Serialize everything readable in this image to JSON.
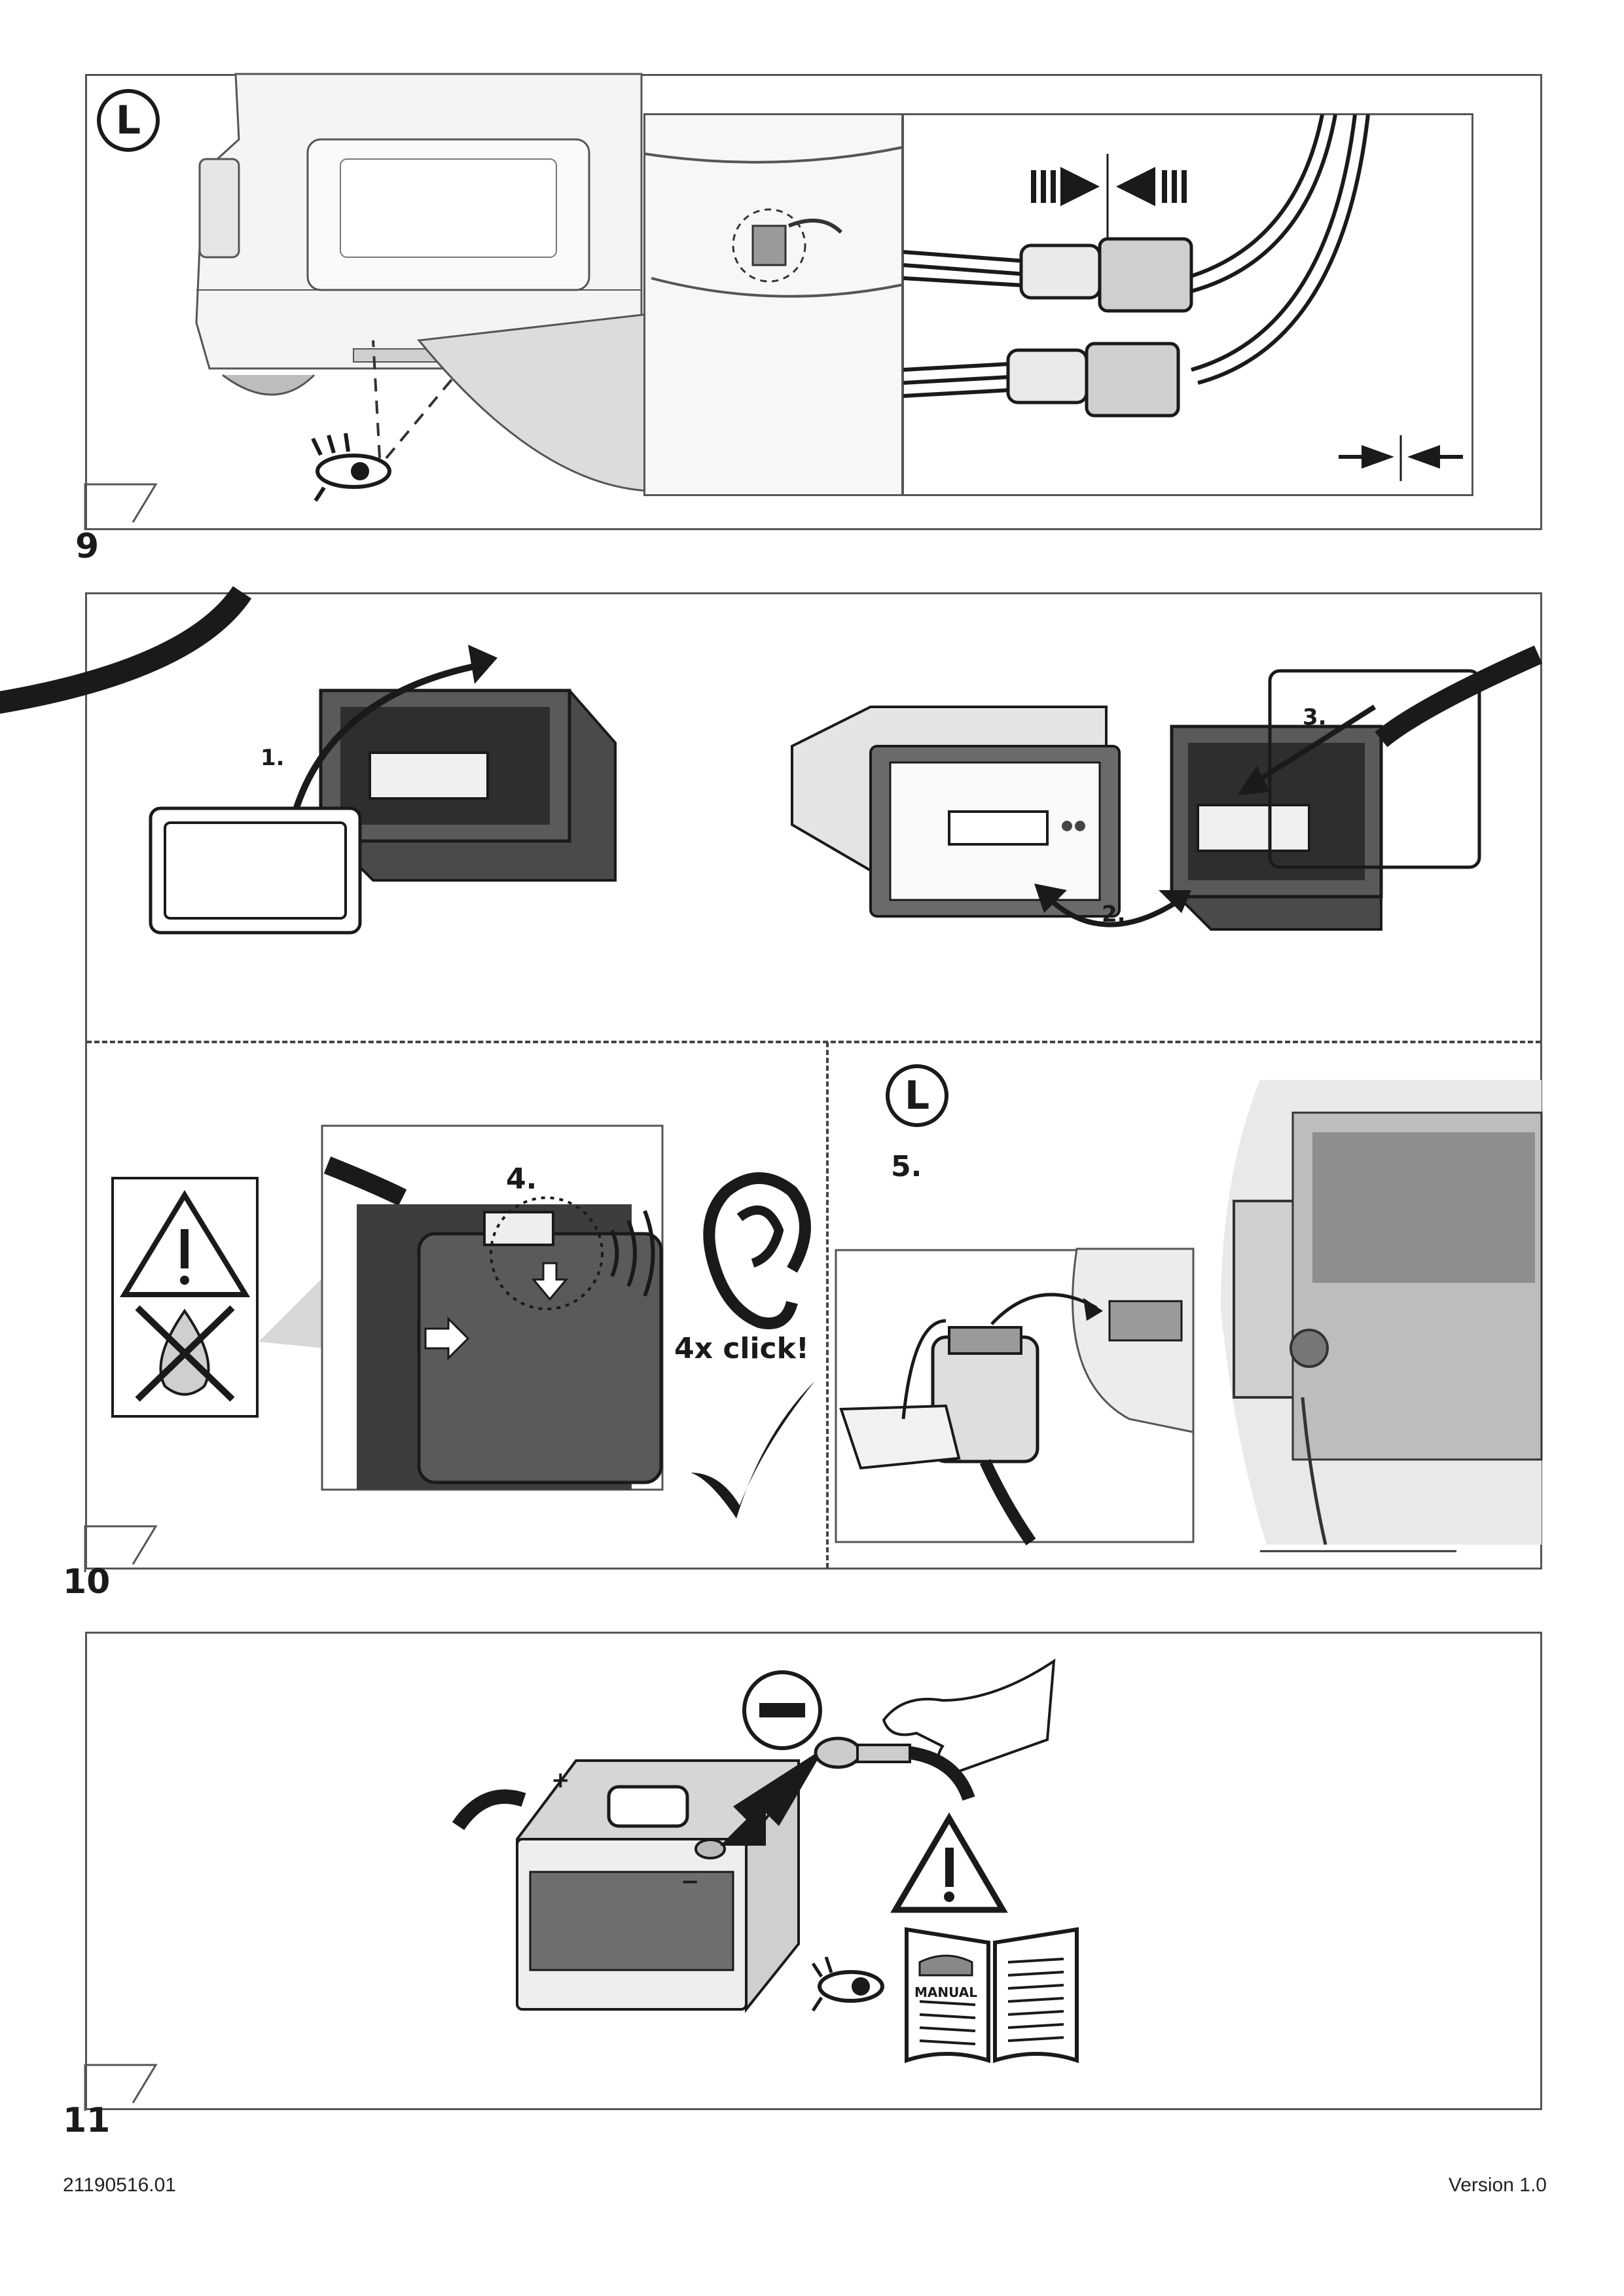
{
  "steps": {
    "s9": {
      "number": "9",
      "badge": "L"
    },
    "s10": {
      "number": "10",
      "sub1": "1.",
      "sub2": "2.",
      "sub3": "3.",
      "sub4": "4.",
      "sub5": "5.",
      "click_text": "4x click!",
      "badge": "L"
    },
    "s11": {
      "number": "11",
      "manual_label": "MANUAL",
      "battery_plus": "+",
      "battery_minus": "−"
    }
  },
  "footer": {
    "doc_number": "21190516.01",
    "version": "Version 1.0"
  },
  "colors": {
    "dark_gray": "#3d3d3d",
    "mid_gray": "#7a7a7a",
    "light_gray": "#d9d9d9",
    "ink": "#1a1a1a"
  }
}
